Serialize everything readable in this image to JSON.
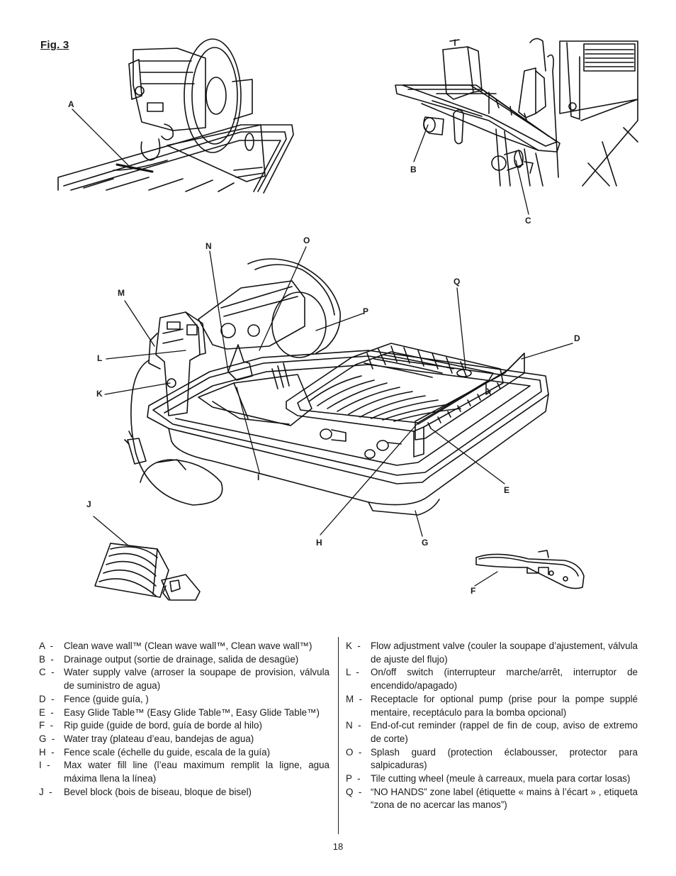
{
  "figure": {
    "title": "Fig. 3"
  },
  "callouts": {
    "A": "A",
    "B": "B",
    "C": "C",
    "D": "D",
    "E": "E",
    "F": "F",
    "G": "G",
    "H": "H",
    "I": "I",
    "J": "J",
    "K": "K",
    "L": "L",
    "M": "M",
    "N": "N",
    "O": "O",
    "P": "P",
    "Q": "Q"
  },
  "legend_left": [
    {
      "key": "A  -",
      "text": "Clean wave wall™ (Clean wave wall™, Clean wave wall™)"
    },
    {
      "key": "B  -",
      "text": "Drainage output (sortie de drainage, salida de desagüe)"
    },
    {
      "key": "C  -",
      "text": "Water supply valve (arroser la soupape de provision, válvula de suministro de agua)"
    },
    {
      "key": "D  -",
      "text": "Fence (guide guía, )"
    },
    {
      "key": "E  -",
      "text": "Easy Glide Table™ (Easy Glide Table™, Easy Glide Table™)"
    },
    {
      "key": "F  -",
      "text": "Rip guide (guide de bord, guía de borde al hilo)"
    },
    {
      "key": "G  -",
      "text": "Water tray (plateau d’eau, bandejas de agua)"
    },
    {
      "key": "H  -",
      "text": "Fence scale (échelle du guide, escala de la guía)"
    },
    {
      "key": "I  -",
      "text": "Max water fill line (l’eau maximum remplit la ligne, agua máxima llena la línea)"
    },
    {
      "key": "J  -",
      "text": "Bevel block (bois de biseau, bloque de bisel)"
    }
  ],
  "legend_right": [
    {
      "key": "K  -",
      "text": "Flow adjustment valve (couler la soupape d’ajustement, válvula de ajuste del flujo)"
    },
    {
      "key": "L  -",
      "text": "On/off switch (interrupteur marche/arrêt, interruptor de encendido/apagado)"
    },
    {
      "key": "M  -",
      "text": "Receptacle for optional pump (prise pour la pompe supplé mentaire, receptáculo para la bomba opcional)"
    },
    {
      "key": "N  -",
      "text": "End-of-cut reminder (rappel de fin de coup, aviso de extremo de corte)"
    },
    {
      "key": "O  -",
      "text": "Splash guard (protection éclabousser, protector para salpicaduras)"
    },
    {
      "key": "P  -",
      "text": "Tile cutting wheel (meule à carreaux, muela para cortar losas)"
    },
    {
      "key": "Q  -",
      "text": "“NO HANDS” zone label (étiquette « mains à l’écart » , etiqueta “zona de no acercar las manos”)"
    }
  ],
  "page": {
    "number": "18"
  }
}
